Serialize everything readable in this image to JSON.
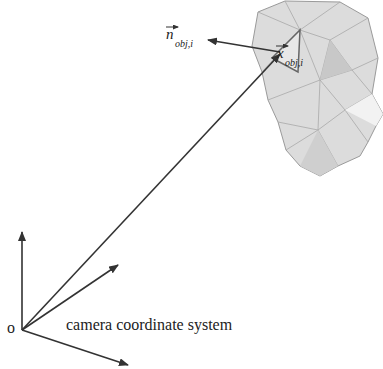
{
  "diagram": {
    "labels": [
      "o",
      "camera coordinate system",
      "n",
      "obj,i",
      "x",
      "obj,i"
    ]
  }
}
